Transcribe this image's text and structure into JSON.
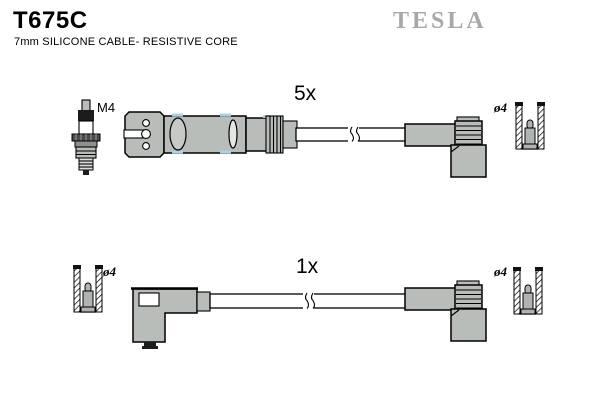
{
  "header": {
    "part_number": "T675C",
    "subtitle": "7mm SILICONE CABLE- RESISTIVE CORE",
    "brand_logo": "TESLA"
  },
  "kit": {
    "top_row": {
      "quantity": "5x",
      "spark_plug_thread": "M4",
      "terminal_diameter": "ø4"
    },
    "bottom_row": {
      "quantity": "1x",
      "left_terminal_diameter": "ø4",
      "right_terminal_diameter": "ø4"
    }
  },
  "colors": {
    "brand_gray": "#a6aaa6",
    "part_fill_gray": "#b9bdb9",
    "outline_black": "#000000",
    "accent_blue": "#aad2e2",
    "background": "#ffffff"
  },
  "icons": {
    "spark_plug": "spark-plug-icon",
    "distributor_connector": "distributor-connector-icon",
    "elbow_boot": "elbow-boot-icon",
    "terminal_cap": "terminal-cap-icon",
    "cable_break": "cable-break-icon"
  }
}
